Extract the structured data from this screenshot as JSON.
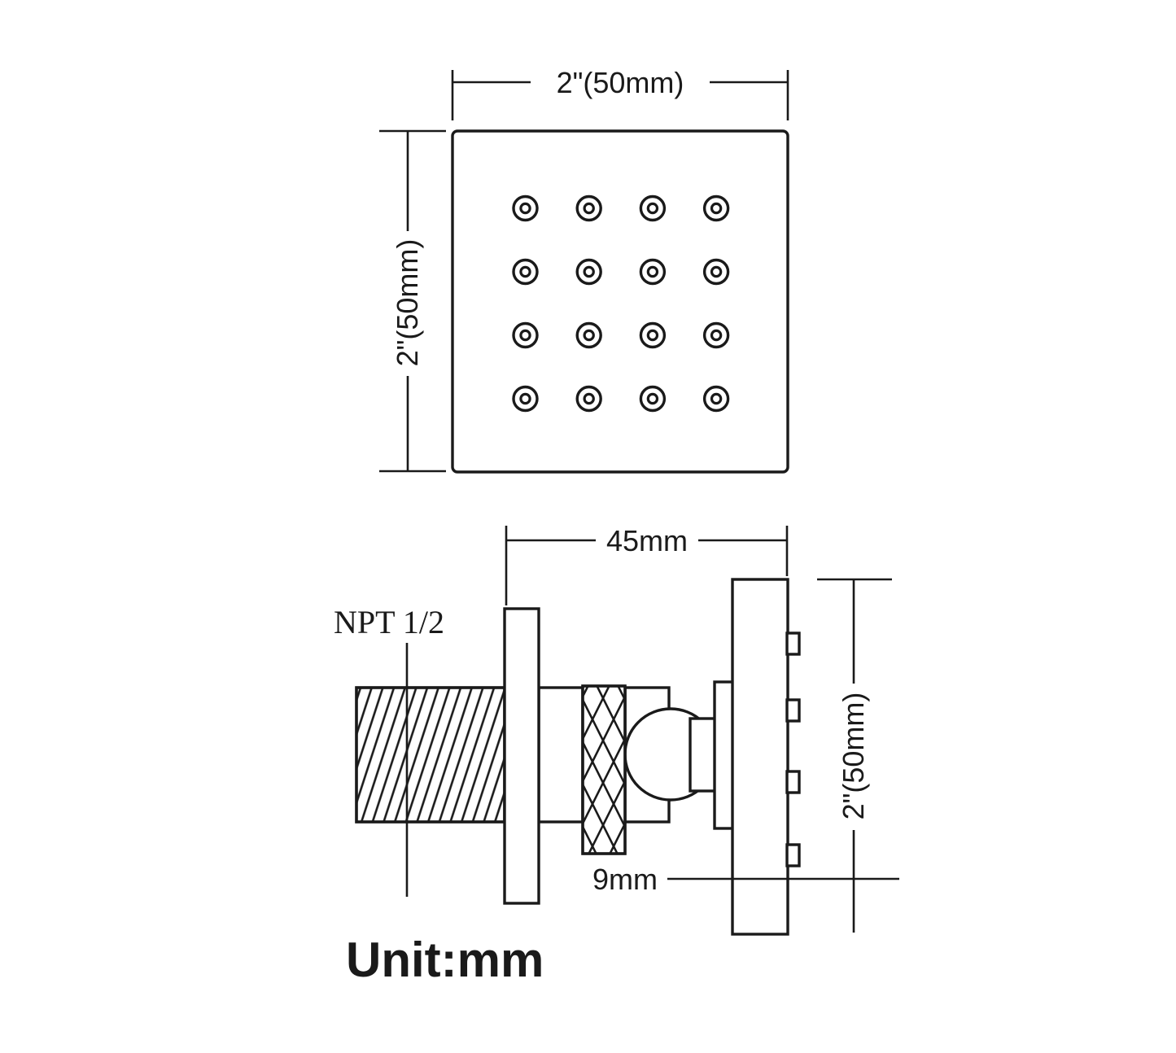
{
  "theme": {
    "line_color": "#1a1a1a",
    "background_color": "#ffffff"
  },
  "diagram": {
    "top_view": {
      "width_label": "2\"(50mm)",
      "height_label": "2\"(50mm)",
      "nozzle_rows": 4,
      "nozzle_cols": 4
    },
    "side_view": {
      "width_label": "45mm",
      "thread_label": "NPT 1/2",
      "height_label": "2\"(50mm)",
      "nozzle_depth_label": "9mm"
    },
    "unit_label": "Unit:mm"
  }
}
